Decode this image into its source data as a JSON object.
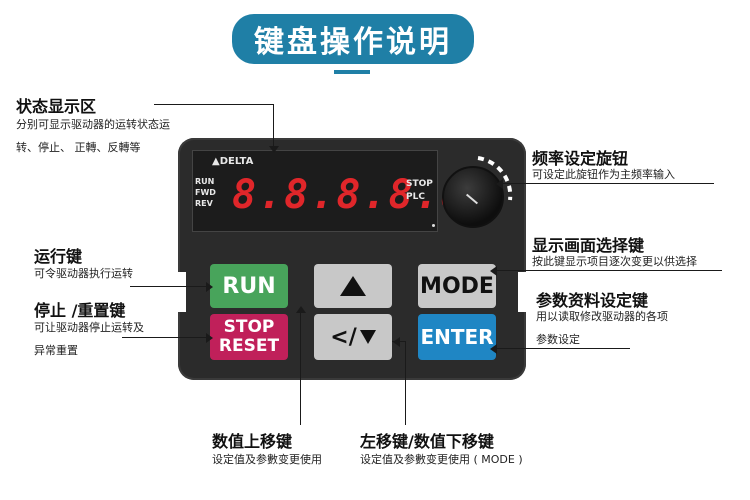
{
  "title": "键盘操作说明",
  "display": {
    "brand": "DELTA",
    "left_indicators": [
      "RUN",
      "FWD",
      "REV"
    ],
    "right_indicators": [
      "STOP",
      "PLC"
    ],
    "segment_text": "8.8.8.8.8."
  },
  "buttons": {
    "run": "RUN",
    "stop_line1": "STOP",
    "stop_line2": "RESET",
    "left_down_text": "</",
    "mode": "MODE",
    "enter": "ENTER"
  },
  "annotations": {
    "status_area": {
      "heading": "状态显示区",
      "line1": "分别可显示驱动器的运转状态运",
      "line2": "转、停止、 正轉、反轉等"
    },
    "run_key": {
      "heading": "运行键",
      "line1": "可令驱动器执行运转"
    },
    "stop_key": {
      "heading": "停止 /重置键",
      "line1": "可让驱动器停止运转及",
      "line2": "异常重置"
    },
    "freq_knob": {
      "heading": "频率设定旋钮",
      "line1": "可设定此旋钮作为主频率输入"
    },
    "mode_key": {
      "heading": "显示画面选择键",
      "line1": "按此键显示项目逐次变更以供选择"
    },
    "enter_key": {
      "heading": "参数资料设定键",
      "line1": "用以读取修改驱动器的各项",
      "line2": "参数设定"
    },
    "up_key": {
      "heading": "数值上移键",
      "line1": "设定值及参數变更使用"
    },
    "left_down_key": {
      "heading": "左移键/数值下移键",
      "line1": "设定值及参數变更使用 ( MODE )"
    }
  },
  "colors": {
    "banner": "#1f7fa6",
    "run_button": "#48a45b",
    "stop_button": "#c0205a",
    "enter_button": "#1f86c4",
    "grey_button": "#c8c8c8",
    "segment": "#e0262a",
    "panel": "#2b2b2b"
  }
}
